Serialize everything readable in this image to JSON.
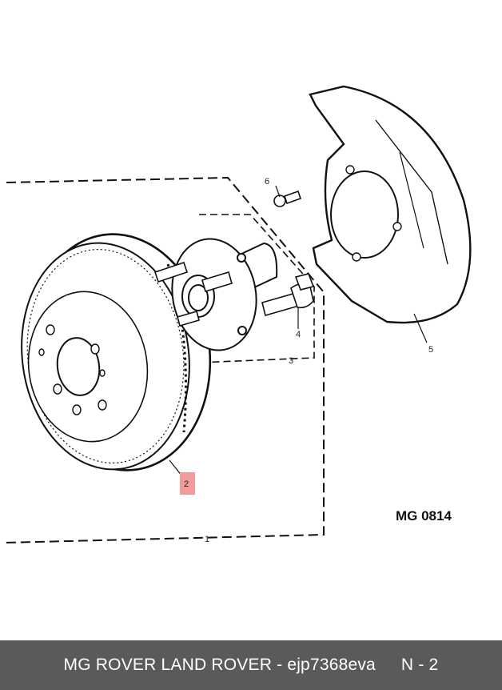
{
  "diagram": {
    "callouts": {
      "c1": "1",
      "c2": "2",
      "c3": "3",
      "c4": "4",
      "c5": "5",
      "c6": "6"
    },
    "figure_code": "MG 0814",
    "highlight_color": "#f39a9a"
  },
  "footer": {
    "brand": "MG ROVER LAND ROVER - ejp7368eva",
    "page": "N - 2",
    "background": "#5a5a5a"
  }
}
